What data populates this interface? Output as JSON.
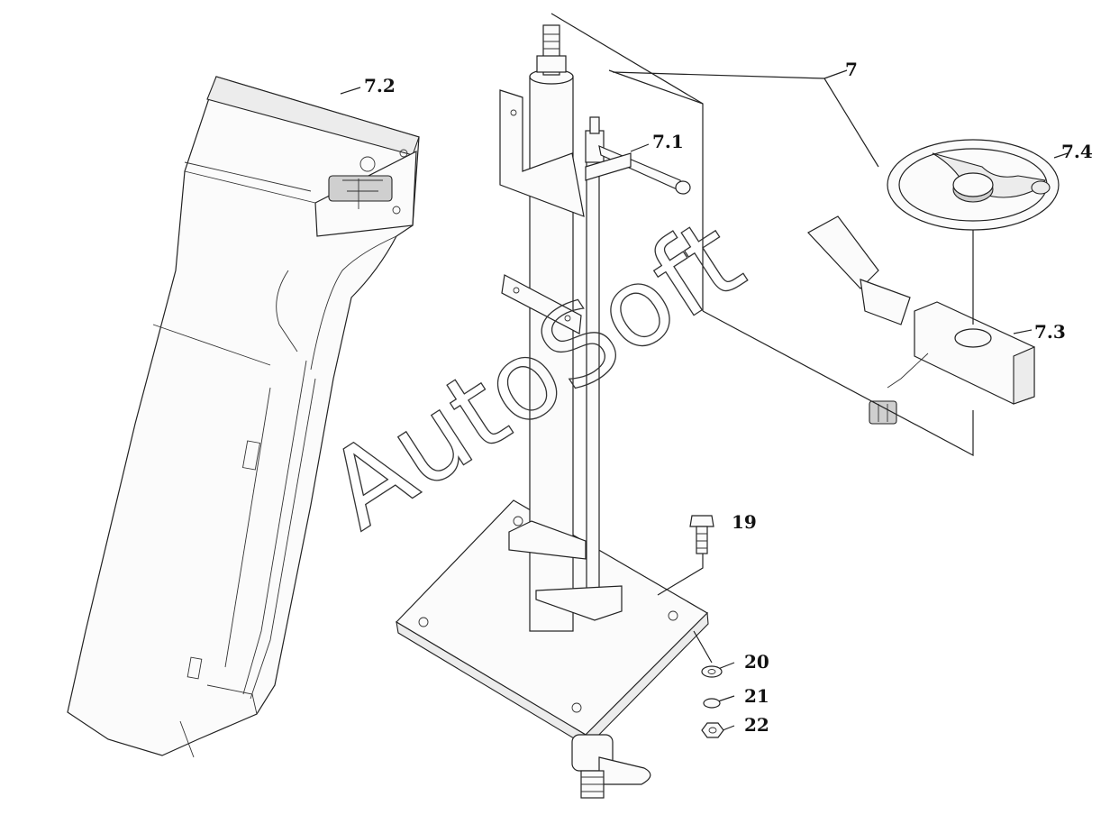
{
  "labels": {
    "l7": "7",
    "l71": "7.1",
    "l72": "7.2",
    "l73": "7.3",
    "l74": "7.4",
    "l19": "19",
    "l20": "20",
    "l21": "21",
    "l22": "22"
  },
  "watermark": "AutoSoft"
}
